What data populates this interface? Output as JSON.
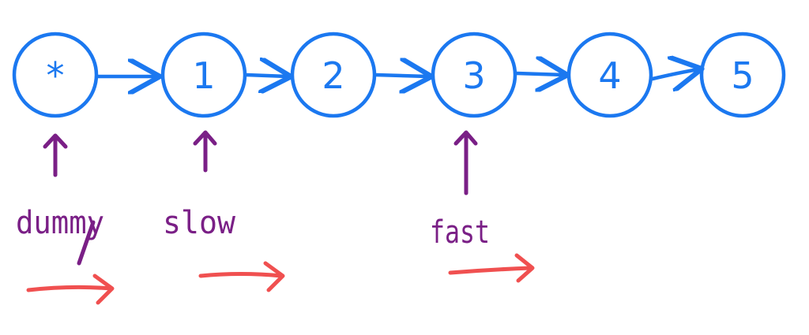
{
  "diagram": {
    "nodes": [
      {
        "id": "dummy-node",
        "label": "*"
      },
      {
        "id": "node-1",
        "label": "1"
      },
      {
        "id": "node-2",
        "label": "2"
      },
      {
        "id": "node-3",
        "label": "3"
      },
      {
        "id": "node-4",
        "label": "4"
      },
      {
        "id": "node-5",
        "label": "5"
      }
    ],
    "pointers": [
      {
        "id": "dummy",
        "label": "dummy",
        "target": "dummy-node"
      },
      {
        "id": "slow",
        "label": "slow",
        "target": "node-1"
      },
      {
        "id": "fast",
        "label": "fast",
        "target": "node-3"
      }
    ],
    "colors": {
      "node": "#1b78f0",
      "pointer": "#7a1f86",
      "motion": "#f05050",
      "background": "#ffffff"
    }
  }
}
